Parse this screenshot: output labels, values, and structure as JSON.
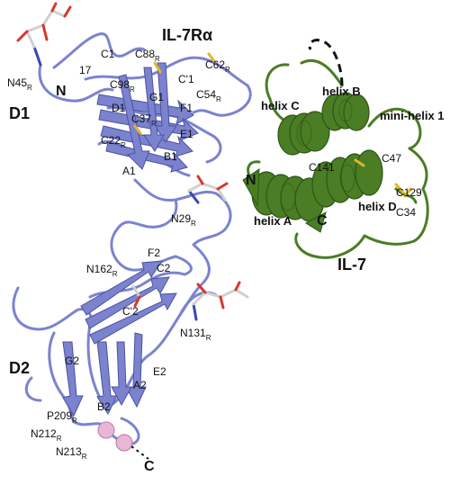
{
  "title_receptor": "IL-7Rα",
  "title_cytokine": "IL-7",
  "domains": {
    "d1": "D1",
    "d2": "D2"
  },
  "termini": {
    "receptor_n": "N",
    "cytokine_n": "N",
    "cytokine_c": "C",
    "receptor_c": "C"
  },
  "residue_labels": {
    "n45": "N45",
    "n29": "N29",
    "n162": "N162",
    "n131": "N131",
    "p209": "P209",
    "n212": "N212",
    "n213": "N213",
    "c88": "C88",
    "c98": "C98",
    "c62": "C62",
    "c54": "C54",
    "c37": "C37",
    "c22": "C22",
    "c141": "C141",
    "c47": "C47",
    "c129": "C129",
    "c34": "C34",
    "r17": "17",
    "subscript_r": "R"
  },
  "strand_labels": {
    "c1": "C1",
    "c_prime_1": "C'1",
    "g1": "G1",
    "d1s": "D1",
    "f1": "F1",
    "e1": "E1",
    "a1": "A1",
    "b1": "B1",
    "f2": "F2",
    "c2": "C2",
    "c_prime_2": "C'2",
    "g2": "G2",
    "e2": "E2",
    "a2": "A2",
    "b2": "B2"
  },
  "helix_labels": {
    "helix_a": "helix A",
    "helix_b": "helix B",
    "helix_c": "helix C",
    "helix_d": "helix D",
    "mini_helix_1": "mini-helix 1"
  },
  "colors": {
    "receptor": "#7b83cf",
    "receptor_dark": "#4b52a0",
    "cytokine": "#4a7d24",
    "cytokine_dark": "#2f5516",
    "disulfide": "#e3b52a",
    "glycan_carbon": "#d0d0d0",
    "glycan_oxygen": "#d8362b",
    "glycan_nitrogen": "#3547b5",
    "glycan_site": "#e9b6d6"
  }
}
